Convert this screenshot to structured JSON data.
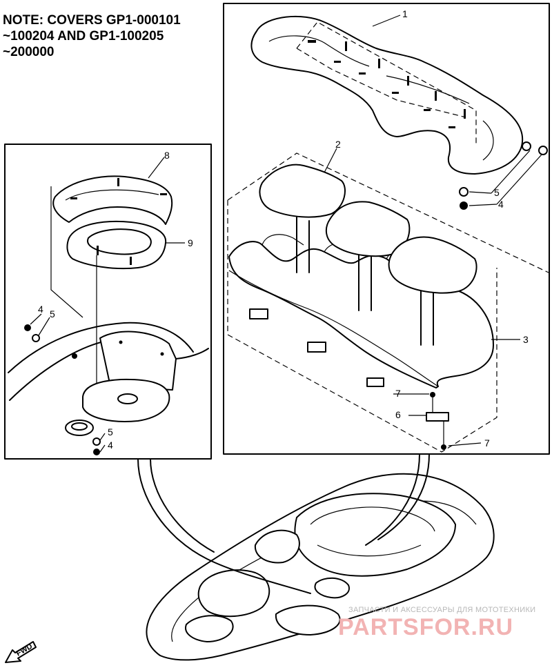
{
  "note": {
    "lines": [
      "NOTE: COVERS GP1-000101",
      "~100204 AND GP1-100205",
      "~200000"
    ]
  },
  "callouts": {
    "c1": "1",
    "c2": "2",
    "c3": "3",
    "c4a": "4",
    "c5a": "5",
    "c6": "6",
    "c7a": "7",
    "c7b": "7",
    "c8": "8",
    "c9": "9",
    "c4b": "4",
    "c5b": "5",
    "c4c": "4",
    "c5c": "5"
  },
  "fwd_label": "FWD",
  "watermark": {
    "small": "ЗАПЧАСТИ И АКСЕССУАРЫ ДЛЯ МОТОТЕХНИКИ",
    "big": "PARTSFOR.RU"
  }
}
